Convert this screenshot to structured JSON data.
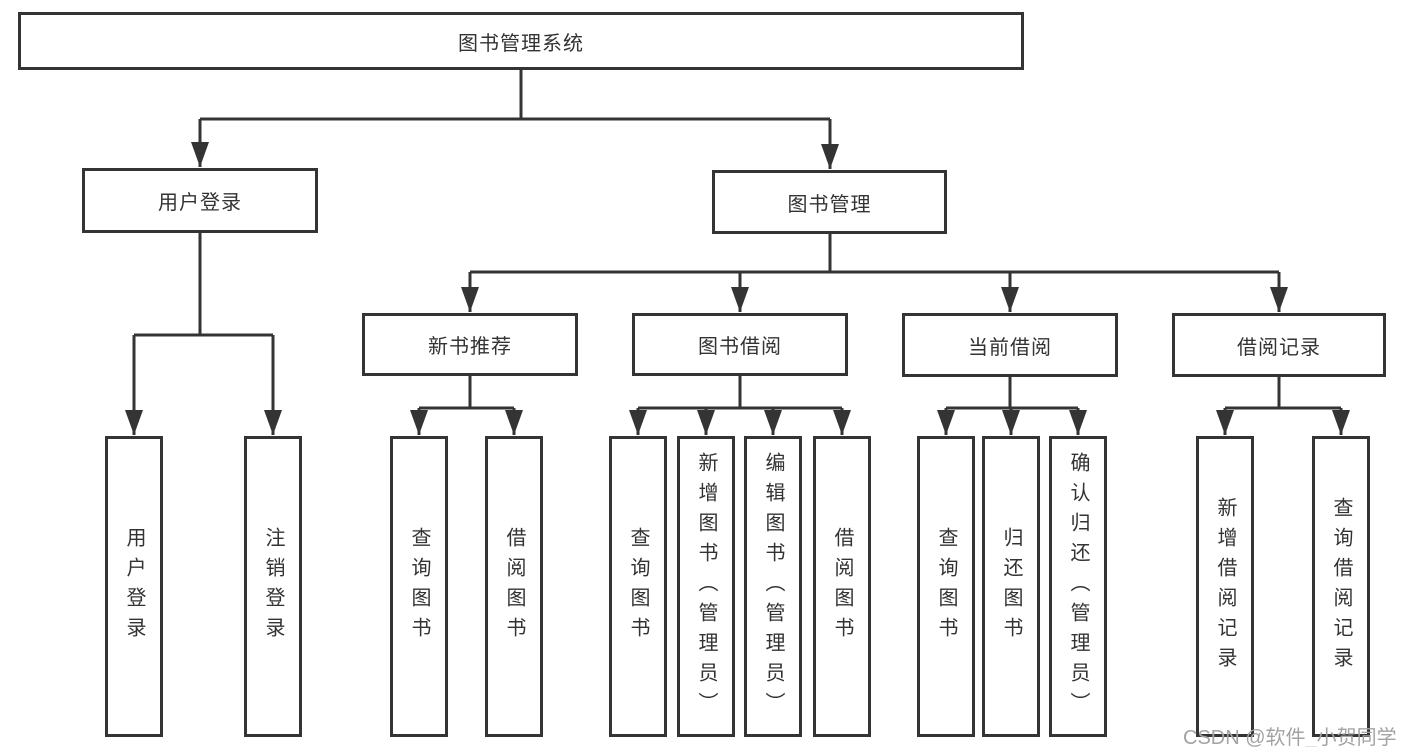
{
  "diagram": {
    "type": "hierarchy-tree",
    "root": {
      "label": "图书管理系统"
    },
    "branches": [
      {
        "label": "用户登录",
        "children": [
          {
            "label": "用户登录"
          },
          {
            "label": "注销登录"
          }
        ]
      },
      {
        "label": "图书管理",
        "children": [
          {
            "label": "新书推荐",
            "children": [
              {
                "label": "查询图书"
              },
              {
                "label": "借阅图书"
              }
            ]
          },
          {
            "label": "图书借阅",
            "children": [
              {
                "label": "查询图书"
              },
              {
                "label": "新增图书（管理员）"
              },
              {
                "label": "编辑图书（管理员）"
              },
              {
                "label": "借阅图书"
              }
            ]
          },
          {
            "label": "当前借阅",
            "children": [
              {
                "label": "查询图书"
              },
              {
                "label": "归还图书"
              },
              {
                "label": "确认归还（管理员）"
              }
            ]
          },
          {
            "label": "借阅记录",
            "children": [
              {
                "label": "新增借阅记录"
              },
              {
                "label": "查询借阅记录"
              }
            ]
          }
        ]
      }
    ]
  },
  "watermark": {
    "text": "CSDN @软件_小贺同学"
  },
  "colors": {
    "line": "#343434",
    "box_border": "#343434",
    "text": "#333333",
    "watermark": "#a3a3a3",
    "background": "#ffffff"
  }
}
